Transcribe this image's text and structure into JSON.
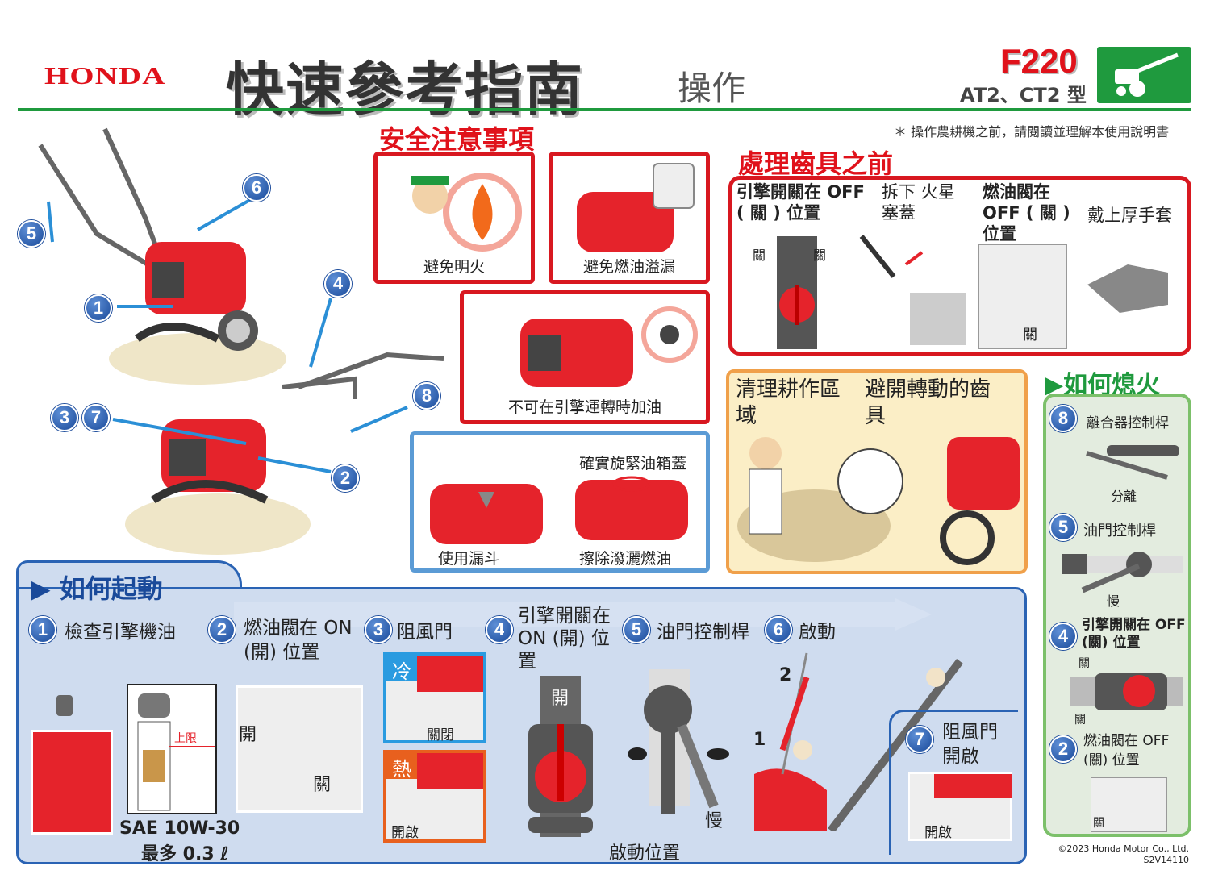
{
  "header": {
    "brand": "HONDA",
    "title": "快速參考指南",
    "subtitle": "操作",
    "model": "F220",
    "types": "AT2、CT2 型"
  },
  "note": "＊ 操作農耕機之前，請閱讀並理解本使用說明書",
  "callouts": [
    "5",
    "6",
    "1",
    "4",
    "3",
    "7",
    "8",
    "2"
  ],
  "safety": {
    "title": "安全注意事項",
    "items": [
      "避免明火",
      "避免燃油溢漏",
      "不可在引擎運轉時加油",
      "使用漏斗",
      "確實旋緊油箱蓋",
      "擦除潑灑燃油"
    ]
  },
  "tines": {
    "title": "處理齒具之前",
    "items": [
      {
        "label": "引擎開關在 OFF ( 關 ) 位置",
        "marks": [
          "關",
          "關"
        ]
      },
      {
        "label": "拆下 火星塞蓋"
      },
      {
        "label": "燃油閥在 OFF ( 關 ) 位置",
        "marks": [
          "關"
        ]
      },
      {
        "label": "戴上厚手套"
      }
    ]
  },
  "clean": {
    "items": [
      "清理耕作區域",
      "避開轉動的齒具"
    ]
  },
  "stop": {
    "title": "如何熄火",
    "steps": [
      {
        "num": "8",
        "label": "離合器控制桿",
        "sub": "分離"
      },
      {
        "num": "5",
        "label": "油門控制桿",
        "sub": "慢"
      },
      {
        "num": "4",
        "label": "引擎開關在 OFF (關) 位置",
        "marks": [
          "關",
          "關"
        ]
      },
      {
        "num": "2",
        "label": "燃油閥在 OFF (關) 位置",
        "sub": "關"
      }
    ]
  },
  "start": {
    "title": "如何起動",
    "steps": [
      {
        "num": "1",
        "label": "檢查引擎機油",
        "limit": "上限",
        "oil": "SAE 10W-30",
        "qty": "最多 0.3 ℓ"
      },
      {
        "num": "2",
        "label": "燃油閥在 ON (開) 位置",
        "open": "開",
        "close": "關"
      },
      {
        "num": "3",
        "label": "阻風門",
        "cold": "冷",
        "cold_state": "關閉",
        "hot": "熱",
        "hot_state": "開啟"
      },
      {
        "num": "4",
        "label": "引擎開關在 ON (開) 位置",
        "open": "開"
      },
      {
        "num": "5",
        "label": "油門控制桿",
        "slow": "慢",
        "start_pos": "啟動位置"
      },
      {
        "num": "6",
        "label": "啟動",
        "marks": [
          "1",
          "2"
        ]
      },
      {
        "num": "7",
        "label": "阻風門開啟",
        "state": "開啟"
      }
    ]
  },
  "footer": {
    "copyright": "©2023 Honda Motor Co., Ltd.",
    "code": "S2V14110"
  },
  "colors": {
    "honda_red": "#e0121b",
    "green": "#1f9a3e",
    "blue": "#2a63b4",
    "orange": "#e87722"
  }
}
